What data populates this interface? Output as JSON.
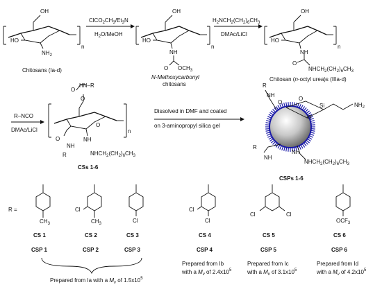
{
  "row1": {
    "chitosan": {
      "oh": "OH",
      "ho": "HO",
      "nh2": "NH",
      "nh2_sub": "2",
      "n": "n",
      "caption": "Chitosans (Ia-d)"
    },
    "arrow1": {
      "above_pre": "ClCO",
      "above_sub1": "2",
      "above_mid": "CH",
      "above_sub2": "3",
      "above_post": "/Et",
      "above_sub3": "3",
      "above_end": "N",
      "below_pre": "H",
      "below_sub": "2",
      "below_post": "O/MeOH"
    },
    "methoxy": {
      "oh": "OH",
      "ho": "HO",
      "nh": "NH",
      "o": "O",
      "och3": "OCH",
      "och3_sub": "3",
      "n": "n",
      "caption_line1": "N-Methoxycarbonyl",
      "caption_line2": "chitosans"
    },
    "arrow2": {
      "above_pre": "H",
      "above_sub1": "2",
      "above_mid": "NCH",
      "above_sub2": "2",
      "above_post": "(CH",
      "above_sub3": "2",
      "above_end": ")",
      "above_sub4": "6",
      "above_tail": "CH",
      "above_sub5": "3",
      "below": "DMAc/LiCl"
    },
    "urea": {
      "oh": "OH",
      "ho": "HO",
      "nh": "NH",
      "o": "O",
      "nh_chain": "NHCH",
      "chain_sub1": "2",
      "chain_mid": "(CH",
      "chain_sub2": "2",
      "chain_end": ")",
      "chain_sub3": "6",
      "chain_tail": "CH",
      "chain_sub4": "3",
      "n": "n",
      "caption_pre": "Chitosan (",
      "caption_it": "n",
      "caption_post": "-octyl urea)s (IIIa-d)"
    }
  },
  "row2": {
    "reagent_above": "R–NCO",
    "reagent_below": "DMAc/LiCl",
    "css": {
      "hn_r": "HN–R",
      "o1": "O",
      "o2": "O",
      "o3": "O",
      "o4": "O",
      "nh1": "NH",
      "nh2": "NH",
      "r": "R",
      "nh_chain": "NHCH",
      "chain_sub1": "2",
      "chain_mid": "(CH",
      "chain_sub2": "2",
      "chain_end": ")",
      "chain_sub3": "6",
      "chain_tail": "CH",
      "chain_sub4": "3",
      "n": "n",
      "caption": "CSs 1-6"
    },
    "coating_line1": "Dissolved in DMF and coated",
    "coating_line2": "on 3-aminopropyl silica gel",
    "csp": {
      "r": "R",
      "nh": "NH",
      "o": "O",
      "si": "Si",
      "nh2": "NH",
      "nh2_sub": "2",
      "nh_chain": "NHCH",
      "chain_sub1": "2",
      "chain_mid": "(CH",
      "chain_sub2": "2",
      "chain_end": ")",
      "chain_sub3": "6",
      "chain_tail": "CH",
      "chain_sub4": "3",
      "caption": "CSPs 1-6"
    }
  },
  "row3": {
    "r_label": "R =",
    "substituents": [
      {
        "sub_label": "CH",
        "sub_sub": "3",
        "cs": "CS 1",
        "csp": "CSP 1"
      },
      {
        "cl_label": "Cl",
        "sub_label": "CH",
        "sub_sub": "3",
        "cs": "CS 2",
        "csp": "CSP 2"
      },
      {
        "sub_label": "Cl",
        "cs": "CS 3",
        "csp": "CSP 3"
      },
      {
        "cl_label": "Cl",
        "sub_label": "Cl",
        "cs": "CS 4",
        "csp": "CSP 4"
      },
      {
        "cl_left": "Cl",
        "cl_right": "Cl",
        "cs": "CS 5",
        "csp": "CSP 5"
      },
      {
        "sub_pre": "OCF",
        "sub_sub": "3",
        "cs": "CS 6",
        "csp": "CSP 6"
      }
    ],
    "notes": [
      {
        "line1": "Prepared from Ia with a ",
        "mv_m": "M",
        "mv_v": "v",
        "line1_post": " of 1.5x10",
        "exp": "5"
      },
      {
        "line1": "Prepared from Ib",
        "line2_pre": "with a ",
        "mv_m": "M",
        "mv_v": "v",
        "line2_post": " of 2.4x10",
        "exp": "5"
      },
      {
        "line1": "Prepared from Ic",
        "line2_pre": "with a ",
        "mv_m": "M",
        "mv_v": "v",
        "line2_post": " of 3.1x10",
        "exp": "5"
      },
      {
        "line1": "Prepared from Id",
        "line2_pre": "with a ",
        "mv_m": "M",
        "mv_v": "v",
        "line2_post": " of 4.2x10",
        "exp": "5"
      }
    ]
  },
  "colors": {
    "ink": "#111111",
    "bead_rim": "#1a1aa8",
    "bead_core": "#bdbdbd"
  }
}
